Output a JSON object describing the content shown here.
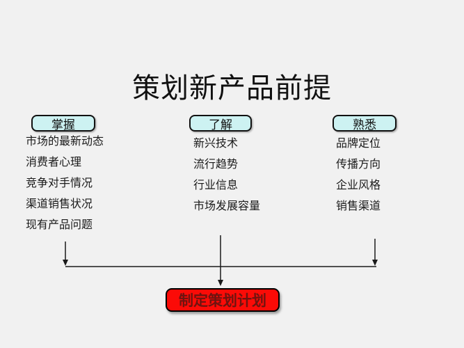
{
  "slide": {
    "title": "策划新产品前提",
    "columns": [
      {
        "header": "掌握",
        "items": [
          "市场的最新动态",
          "消费者心理",
          "竞争对手情况",
          "渠道销售状况",
          "现有产品问题"
        ]
      },
      {
        "header": "了解",
        "items": [
          "新兴技术",
          "流行趋势",
          "行业信息",
          "市场发展容量"
        ]
      },
      {
        "header": "熟悉",
        "items": [
          "品牌定位",
          "传播方向",
          "企业风格",
          "销售渠道"
        ]
      }
    ],
    "conclusion": "制定策划计划",
    "colors": {
      "background": "#f1f1f1",
      "header_fill": "#cdf2f2",
      "header_border": "#111111",
      "conclusion_fill": "#fb0b07",
      "conclusion_text": "#6e1410",
      "line": "#1a1a1a"
    }
  }
}
